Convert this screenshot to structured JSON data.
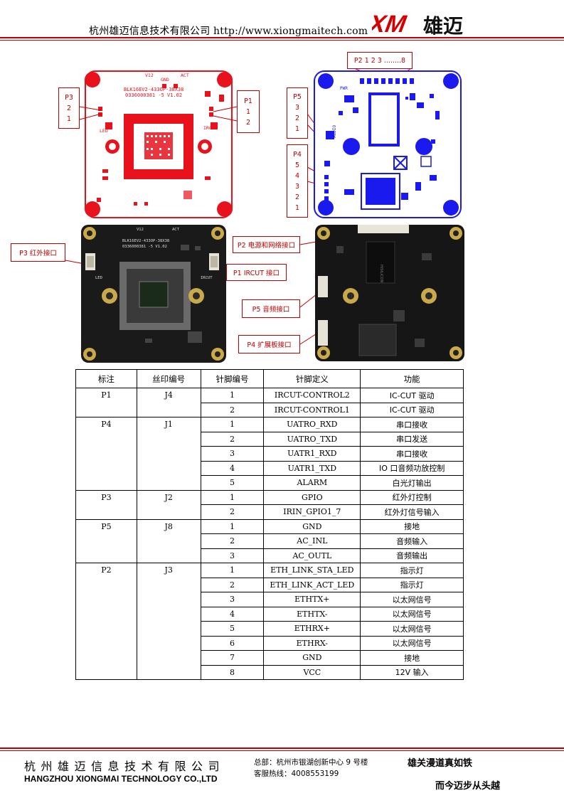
{
  "header": {
    "company_url_line": "杭州雄迈信息技术有限公司 http://www.xiongmaitech.com",
    "logo_letters": "XM",
    "logo_chinese": "雄迈"
  },
  "diagrams": {
    "red_board": {
      "silk_model": "BLK16EV2-433OP-38X38",
      "silk_code": "0336000381 -5 V1.02",
      "silk_led": "LED",
      "silk_ircut": "IRCUT",
      "silk_v12": "V12",
      "silk_act": "ACT",
      "silk_gnd": "GND",
      "p3": {
        "name": "P3",
        "pins": [
          "2",
          "1"
        ]
      },
      "p1": {
        "name": "P1",
        "pins": [
          "1",
          "2"
        ]
      }
    },
    "blue_board": {
      "p2": "P2    1 2 3 ........8",
      "p5": {
        "name": "P5",
        "pins": [
          "3",
          "2",
          "1"
        ]
      },
      "p4": {
        "name": "P4",
        "pins": [
          "5",
          "4",
          "3",
          "2",
          "1"
        ]
      },
      "silk_pwr": "PWR",
      "silk_audio": "AUDIO"
    },
    "photo_labels": {
      "p3": "P3  红外接口",
      "p1": "P1 IRCUT 接口",
      "p2": "P2 电源和网络接口",
      "p5": "P5  音频接口",
      "p4": "P4  扩展板接口"
    },
    "photo_silk": {
      "model": "BLK16EV2-433OP-38X38",
      "code": "0336000381 -5 V1.02",
      "v12": "V12",
      "act": "ACT",
      "led": "LED",
      "ircut": "IRCUT",
      "chip_brand": "HISILICON"
    }
  },
  "table": {
    "headers": [
      "标注",
      "丝印编号",
      "针脚编号",
      "针脚定义",
      "功能"
    ],
    "groups": [
      {
        "mark": "P1",
        "silk": "J4",
        "rows": [
          {
            "pin": "1",
            "def": "IRCUT-CONTROL2",
            "func": "IC-CUT 驱动"
          },
          {
            "pin": "2",
            "def": "IRCUT-CONTROL1",
            "func": "IC-CUT 驱动"
          }
        ]
      },
      {
        "mark": "P4",
        "silk": "J1",
        "rows": [
          {
            "pin": "1",
            "def": "UATRO_RXD",
            "func": "串口接收"
          },
          {
            "pin": "2",
            "def": "UATRO_TXD",
            "func": "串口发送"
          },
          {
            "pin": "3",
            "def": "UATR1_RXD",
            "func": "串口接收"
          },
          {
            "pin": "4",
            "def": "UATR1_TXD",
            "func": "IO 口音频功放控制"
          },
          {
            "pin": "5",
            "def": "ALARM",
            "func": "白光灯输出"
          }
        ]
      },
      {
        "mark": "P3",
        "silk": "J2",
        "rows": [
          {
            "pin": "1",
            "def": "GPIO",
            "func": "红外灯控制"
          },
          {
            "pin": "2",
            "def": "IRIN_GPIO1_7",
            "func": "红外灯信号输入"
          }
        ]
      },
      {
        "mark": "P5",
        "silk": "J8",
        "rows": [
          {
            "pin": "1",
            "def": "GND",
            "func": "接地"
          },
          {
            "pin": "2",
            "def": "AC_INL",
            "func": "音频输入"
          },
          {
            "pin": "3",
            "def": "AC_OUTL",
            "func": "音频输出"
          }
        ]
      },
      {
        "mark": "P2",
        "silk": "J3",
        "rows": [
          {
            "pin": "1",
            "def": "ETH_LINK_STA_LED",
            "func": "指示灯"
          },
          {
            "pin": "2",
            "def": "ETH_LINK_ACT_LED",
            "func": "指示灯"
          },
          {
            "pin": "3",
            "def": "ETHTX+",
            "func": "以太网信号"
          },
          {
            "pin": "4",
            "def": "ETHTX-",
            "func": "以太网信号"
          },
          {
            "pin": "5",
            "def": "ETHRX+",
            "func": "以太网信号"
          },
          {
            "pin": "6",
            "def": "ETHRX-",
            "func": "以太网信号"
          },
          {
            "pin": "7",
            "def": "GND",
            "func": "接地"
          },
          {
            "pin": "8",
            "def": "VCC",
            "func": "12V 输入"
          }
        ]
      }
    ]
  },
  "footer": {
    "company_cn": "杭州雄迈信息技术有限公司",
    "company_en": "HANGZHOU XIONGMAI TECHNOLOGY CO.,LTD",
    "address": "总部：杭州市银湖创新中心 9 号楼",
    "hotline": "客服热线：4008553199",
    "slogan_1": "雄关漫道真如铁",
    "slogan_2": "而今迈步从头越"
  },
  "colors": {
    "brand_red": "#c00000",
    "pcb_red": "#e8121c",
    "pcb_blue": "#1a1aee",
    "pcb_black": "#1a1a1a"
  }
}
